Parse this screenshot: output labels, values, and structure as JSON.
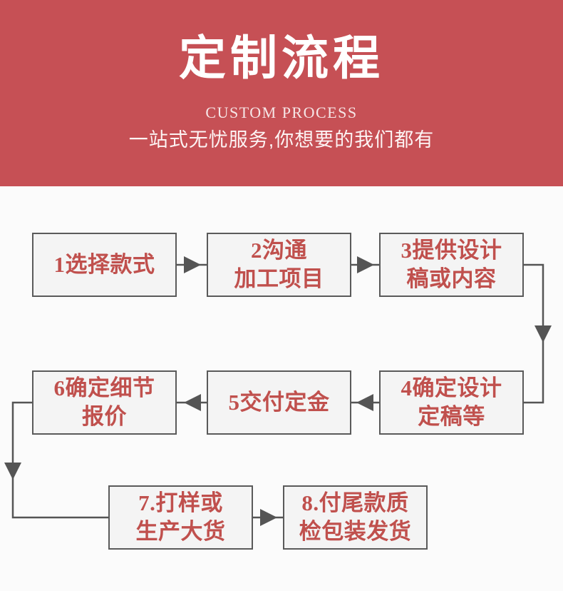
{
  "banner": {
    "title": "定制流程",
    "subtitle_en": "CUSTOM PROCESS",
    "subtitle_cn": "一站式无忧服务,你想要的我们都有",
    "background_color": "#c65055",
    "title_color": "#ffffff"
  },
  "diagram": {
    "type": "flowchart",
    "box_fill": "#f4f4f4",
    "box_border": "#5a5a5a",
    "box_text_color": "#c0504d",
    "connector_color": "#555555",
    "steps": [
      {
        "number": "1",
        "label": "1选择款式",
        "row": 1,
        "col": 1
      },
      {
        "number": "2",
        "label": "2沟通\n加工项目",
        "row": 1,
        "col": 2
      },
      {
        "number": "3",
        "label": "3提供设计\n稿或内容",
        "row": 1,
        "col": 3
      },
      {
        "number": "4",
        "label": "4确定设计\n定稿等",
        "row": 2,
        "col": 3
      },
      {
        "number": "5",
        "label": "5交付定金",
        "row": 2,
        "col": 2
      },
      {
        "number": "6",
        "label": "6确定细节\n报价",
        "row": 2,
        "col": 1
      },
      {
        "number": "7",
        "label": "7.打样或\n生产大货",
        "row": 3,
        "col": 1
      },
      {
        "number": "8",
        "label": "8.付尾款质\n检包装发货",
        "row": 3,
        "col": 2
      }
    ],
    "connections": [
      {
        "from": "1",
        "to": "2",
        "direction": "right"
      },
      {
        "from": "2",
        "to": "3",
        "direction": "right"
      },
      {
        "from": "3",
        "to": "4",
        "direction": "down-wrap-right"
      },
      {
        "from": "4",
        "to": "5",
        "direction": "left"
      },
      {
        "from": "5",
        "to": "6",
        "direction": "left"
      },
      {
        "from": "6",
        "to": "7",
        "direction": "down-wrap-left"
      },
      {
        "from": "7",
        "to": "8",
        "direction": "right"
      }
    ]
  }
}
